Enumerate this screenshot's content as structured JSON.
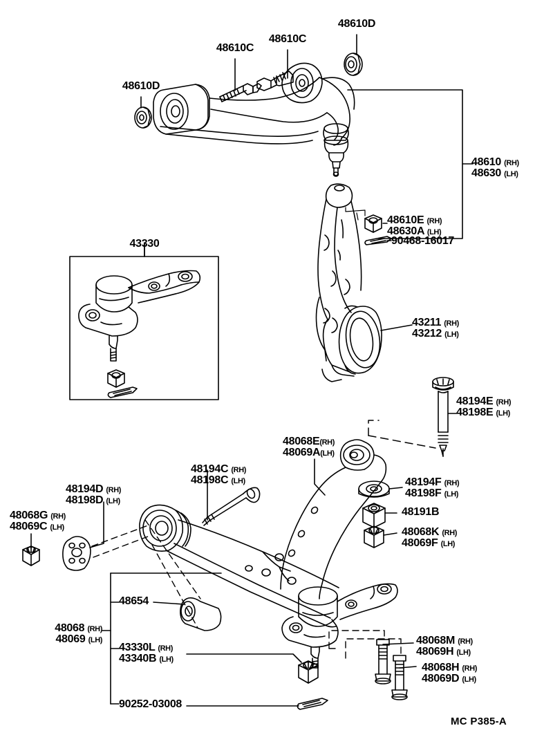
{
  "diagram": {
    "footer_code": "MC P385-A",
    "inset_box_label": "43330",
    "ink_color": "#000000",
    "background_color": "#ffffff"
  },
  "labels": {
    "upper_arm_bolt_left": "48610C",
    "upper_arm_bolt_right": "48610C",
    "upper_arm_nut_left": "48610D",
    "upper_arm_nut_right": "48610D",
    "upper_arm_assy_rh": "48610",
    "upper_arm_assy_rh_side": "(RH)",
    "upper_arm_assy_lh": "48630",
    "upper_arm_assy_lh_side": "(LH)",
    "upper_ball_nut_rh": "48610E",
    "upper_ball_nut_rh_side": "(RH)",
    "upper_ball_nut_lh": "48630A",
    "upper_ball_nut_lh_side": "(LH)",
    "cotter_pin_upper": "90468-16017",
    "knuckle_rh": "43211",
    "knuckle_rh_side": "(RH)",
    "knuckle_lh": "43212",
    "knuckle_lh_side": "(LH)",
    "inset_ball_joint": "43330",
    "rear_bolt_rh": "48194E",
    "rear_bolt_rh_side": "(RH)",
    "rear_bolt_lh": "48198E",
    "rear_bolt_lh_side": "(LH)",
    "strut_rod_rh": "48068E",
    "strut_rod_rh_side": "(RH)",
    "strut_rod_lh": "48069A",
    "strut_rod_lh_side": "(LH)",
    "washer_rh": "48194F",
    "washer_rh_side": "(RH)",
    "washer_lh": "48198F",
    "washer_lh_side": "(LH)",
    "spacer": "48191B",
    "nut_k_rh": "48068K",
    "nut_k_rh_side": "(RH)",
    "nut_f_lh": "48069F",
    "nut_f_lh_side": "(LH)",
    "front_bolt_rh": "48194C",
    "front_bolt_rh_side": "(RH)",
    "front_bolt_lh": "48198C",
    "front_bolt_lh_side": "(LH)",
    "cam_washer_rh": "48194D",
    "cam_washer_rh_side": "(RH)",
    "cam_washer_lh": "48198D",
    "cam_washer_lh_side": "(LH)",
    "arm_nut_g_rh": "48068G",
    "arm_nut_g_rh_side": "(RH)",
    "arm_nut_c_lh": "48069C",
    "arm_nut_c_lh_side": "(LH)",
    "bush_48654": "48654",
    "lower_arm_rh": "48068",
    "lower_arm_rh_side": "(RH)",
    "lower_arm_lh": "48069",
    "lower_arm_lh_side": "(LH)",
    "lower_ball_nut_rh": "43330L",
    "lower_ball_nut_rh_side": "(RH)",
    "lower_ball_nut_lh": "43340B",
    "lower_ball_nut_lh_side": "(LH)",
    "cotter_pin_lower": "90252-03008",
    "bolt_m_rh": "48068M",
    "bolt_m_rh_side": "(RH)",
    "bolt_h_lh": "48069H",
    "bolt_h_lh_side": "(LH)",
    "bolt_h_rh": "48068H",
    "bolt_d_lh": "48069D",
    "bolt_h_rh_side": "(RH)",
    "bolt_d_lh_side": "(LH)"
  }
}
